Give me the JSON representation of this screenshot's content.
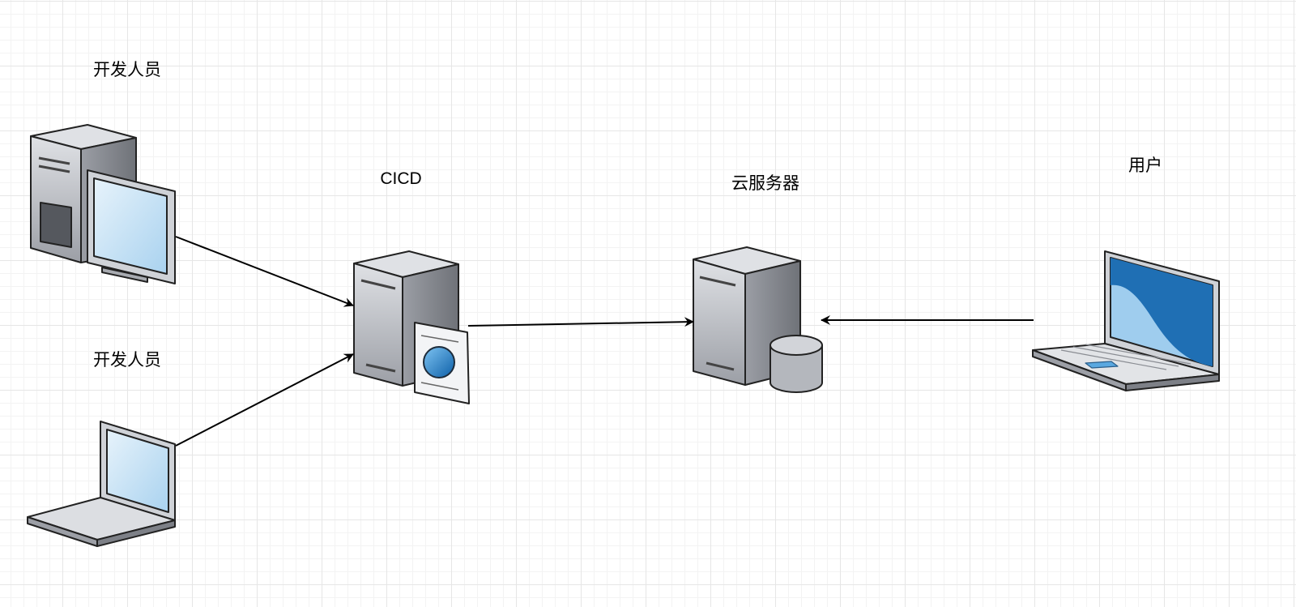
{
  "labels": {
    "developer_1": "开发人员",
    "developer_2": "开发人员",
    "cicd": "CICD",
    "cloud_server": "云服务器",
    "user": "用户"
  },
  "colors": {
    "metal_light": "#d4d6db",
    "metal_mid": "#a8abb1",
    "metal_dark": "#5d6066",
    "screen_light": "#c7e3f7",
    "screen_blue": "#1f6fb4",
    "line": "#000000"
  }
}
